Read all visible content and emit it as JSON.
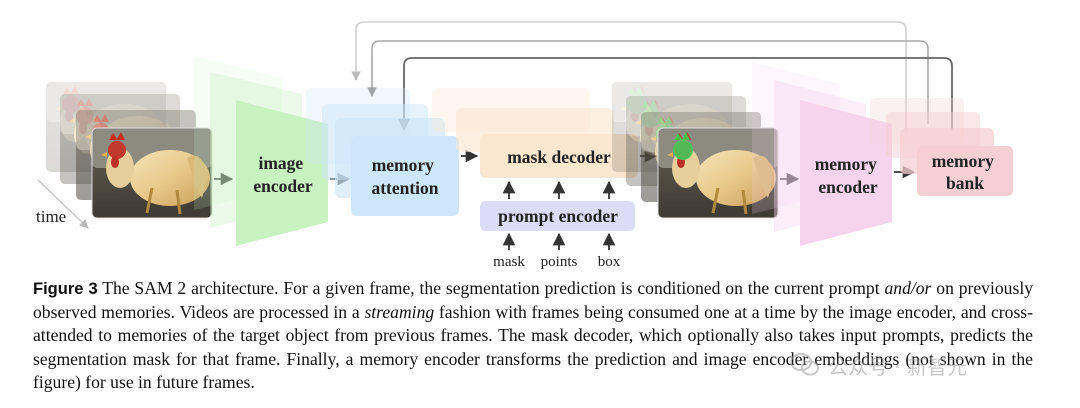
{
  "diagram": {
    "time_label": "time",
    "image_encoder": [
      "image",
      "encoder"
    ],
    "memory_attention": [
      "memory",
      "attention"
    ],
    "mask_decoder": "mask decoder",
    "prompt_encoder": "prompt encoder",
    "prompt_inputs": [
      "mask",
      "points",
      "box"
    ],
    "memory_encoder": [
      "memory",
      "encoder"
    ],
    "memory_bank": [
      "memory",
      "bank"
    ],
    "colors": {
      "image_encoder": "#c9f2c1",
      "memory_attention": "#cde6f9",
      "mask_decoder": "#fbe6d0",
      "prompt_encoder": "#dcdcf6",
      "memory_encoder": "#f6d4ee",
      "memory_bank": "#f5cfd4",
      "arrow": "#333333",
      "feedback": "#777777"
    },
    "icons": [
      "frame-image-rooster",
      "arrow-right",
      "arrow-up",
      "feedback-arrow"
    ]
  },
  "caption": {
    "figure_label": "Figure 3",
    "part1": " The SAM 2 architecture. For a given frame, the segmentation prediction is conditioned on the current prompt ",
    "em1": "and/or",
    "part2": " on previously observed memories. Videos are processed in a ",
    "em2": "streaming",
    "part3": " fashion with frames being consumed one at a time by the image encoder, and cross-attended to memories of the target object from previous frames. The mask decoder, which optionally also takes input prompts, predicts the segmentation mask for that frame. Finally, a memory encoder transforms the prediction and image encoder embeddings (not shown in the figure) for use in future frames."
  },
  "watermark": "公众号 · 新智元"
}
